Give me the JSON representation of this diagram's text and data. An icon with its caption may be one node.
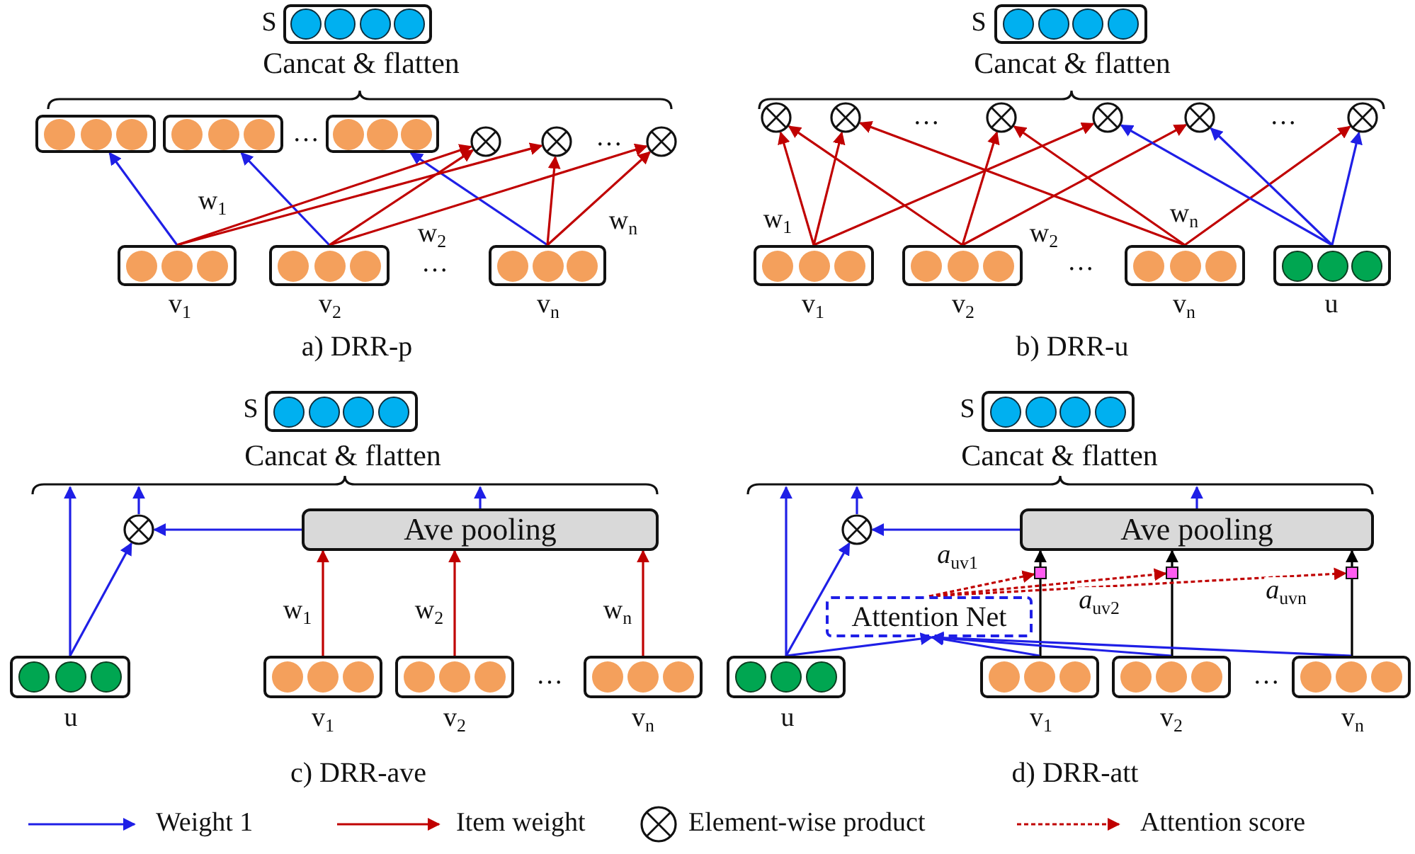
{
  "diagram": {
    "nodes": [
      {
        "text": [],
        "shape": "box",
        "beside": [
          "S"
        ]
      },
      {
        "text": [],
        "shape": "box"
      },
      {
        "text": [],
        "shape": "box"
      },
      {
        "text": [],
        "shape": "box"
      },
      {
        "text": [],
        "shape": "circle"
      },
      {
        "text": [],
        "shape": "circle"
      },
      {
        "text": [],
        "shape": "circle"
      },
      {
        "text": [],
        "shape": "box",
        "beside": [
          "v$_{1}$"
        ]
      },
      {
        "text": [],
        "shape": "box",
        "beside": [
          "v$_{2}$"
        ]
      },
      {
        "text": [],
        "shape": "box",
        "beside": [
          "v$_{n}$"
        ]
      },
      {
        "text": [],
        "shape": "box",
        "beside": [
          "S"
        ]
      },
      {
        "text": [],
        "shape": "circle"
      },
      {
        "text": [],
        "shape": "circle"
      },
      {
        "text": [],
        "shape": "circle"
      },
      {
        "text": [],
        "shape": "circle"
      },
      {
        "text": [],
        "shape": "circle"
      },
      {
        "text": [],
        "shape": "circle"
      },
      {
        "text": [],
        "shape": "box",
        "beside": [
          "v$_{1}$"
        ]
      },
      {
        "text": [],
        "shape": "box",
        "beside": [
          "v$_{2}$"
        ]
      },
      {
        "text": [],
        "shape": "box",
        "beside": [
          "v$_{n}$"
        ]
      },
      {
        "text": [],
        "shape": "box",
        "beside": [
          "u"
        ]
      },
      {
        "text": [],
        "shape": "box",
        "beside": [
          "S"
        ]
      },
      {
        "text": [],
        "shape": "circle"
      },
      {
        "text": [
          "Ave pooling"
        ]
      },
      {
        "text": [],
        "shape": "box",
        "beside": [
          "u"
        ]
      },
      {
        "text": [],
        "shape": "box",
        "beside": [
          "v$_{1}$"
        ]
      },
      {
        "text": [],
        "shape": "box",
        "beside": [
          "v$_{2}$"
        ]
      },
      {
        "text": [],
        "shape": "box",
        "beside": [
          "v$_{n}$"
        ]
      },
      {
        "text": [],
        "shape": "box",
        "beside": [
          "S"
        ]
      },
      {
        "text": [],
        "shape": "circle"
      },
      {
        "text": [
          "Ave pooling"
        ]
      },
      {
        "text": [],
        "shape": "box"
      },
      {
        "text": [],
        "shape": "box"
      },
      {
        "text": [],
        "shape": "box"
      },
      {
        "text": [
          "Attention Net"
        ]
      },
      {
        "text": [],
        "shape": "box",
        "beside": [
          "u"
        ]
      },
      {
        "text": [],
        "shape": "box",
        "beside": [
          "v$_{1}$"
        ]
      },
      {
        "text": [],
        "shape": "box",
        "beside": [
          "v$_{2}$"
        ]
      },
      {
        "text": [],
        "shape": "box",
        "beside": [
          "v$_{n}$"
        ]
      },
      {
        "text": [],
        "shape": "bracket"
      },
      {
        "text": [],
        "shape": "bracket"
      },
      {
        "text": [],
        "shape": "bracket"
      },
      {
        "text": [],
        "shape": "bracket"
      }
    ],
    "edges": [
      {
        "from": 7,
        "to": 1,
        "arrow": "to",
        "color": "#1f1fe6"
      },
      {
        "from": 8,
        "to": 2,
        "arrow": "to",
        "color": "#1f1fe6"
      },
      {
        "from": 9,
        "to": 3,
        "arrow": "to",
        "color": "#1f1fe6"
      },
      {
        "from": 7,
        "to": 4,
        "arrow": "to",
        "color": "#c00000",
        "label": "w$_{1}$"
      },
      {
        "from": 7,
        "to": 5,
        "arrow": "to",
        "color": "#c00000"
      },
      {
        "from": 8,
        "to": 4,
        "arrow": "to",
        "color": "#c00000"
      },
      {
        "from": 8,
        "to": 6,
        "arrow": "to",
        "color": "#c00000",
        "label": "w$_{2}$"
      },
      {
        "from": 9,
        "to": 5,
        "arrow": "to",
        "color": "#c00000"
      },
      {
        "from": 9,
        "to": 6,
        "arrow": "to",
        "color": "#c00000",
        "label": "w$_{n}$"
      },
      {
        "from": 17,
        "to": 11,
        "arrow": "to",
        "color": "#c00000",
        "label": "w$_{1}$"
      },
      {
        "from": 17,
        "to": 12,
        "arrow": "to",
        "color": "#c00000"
      },
      {
        "from": 17,
        "to": 14,
        "arrow": "to",
        "color": "#c00000"
      },
      {
        "from": 18,
        "to": 11,
        "arrow": "to",
        "color": "#c00000"
      },
      {
        "from": 18,
        "to": 13,
        "arrow": "to",
        "color": "#c00000"
      },
      {
        "from": 18,
        "to": 15,
        "arrow": "to",
        "color": "#c00000",
        "label": "w$_{2}$"
      },
      {
        "from": 19,
        "to": 12,
        "arrow": "to",
        "color": "#c00000"
      },
      {
        "from": 19,
        "to": 13,
        "arrow": "to",
        "color": "#c00000"
      },
      {
        "from": 19,
        "to": 16,
        "arrow": "to",
        "color": "#c00000",
        "label": "w$_{n}$"
      },
      {
        "from": 20,
        "to": 14,
        "arrow": "to",
        "color": "#1f1fe6"
      },
      {
        "from": 20,
        "to": 15,
        "arrow": "to",
        "color": "#1f1fe6"
      },
      {
        "from": 20,
        "to": 16,
        "arrow": "to",
        "color": "#1f1fe6"
      },
      {
        "from": 24,
        "to": 41,
        "arrow": "to",
        "color": "#1f1fe6"
      },
      {
        "from": 24,
        "to": 22,
        "arrow": "to",
        "color": "#1f1fe6"
      },
      {
        "from": 22,
        "to": 41,
        "arrow": "to",
        "color": "#1f1fe6"
      },
      {
        "from": 23,
        "to": 22,
        "arrow": "to",
        "color": "#1f1fe6"
      },
      {
        "from": 23,
        "to": 41,
        "arrow": "to",
        "color": "#1f1fe6"
      },
      {
        "from": 25,
        "to": 23,
        "arrow": "to",
        "color": "#c00000",
        "label": "w$_{1}$"
      },
      {
        "from": 26,
        "to": 23,
        "arrow": "to",
        "color": "#c00000",
        "label": "w$_{2}$"
      },
      {
        "from": 27,
        "to": 23,
        "arrow": "to",
        "color": "#c00000",
        "label": "w$_{n}$"
      },
      {
        "from": 35,
        "to": 42,
        "arrow": "to",
        "color": "#1f1fe6"
      },
      {
        "from": 35,
        "to": 29,
        "arrow": "to",
        "color": "#1f1fe6"
      },
      {
        "from": 29,
        "to": 42,
        "arrow": "to",
        "color": "#1f1fe6"
      },
      {
        "from": 30,
        "to": 29,
        "arrow": "to",
        "color": "#1f1fe6"
      },
      {
        "from": 30,
        "to": 42,
        "arrow": "to",
        "color": "#1f1fe6"
      },
      {
        "from": 36,
        "to": 31,
        "arrow": "none",
        "color": "#000000"
      },
      {
        "from": 31,
        "to": 30,
        "arrow": "to",
        "color": "#000000"
      },
      {
        "from": 37,
        "to": 32,
        "arrow": "none",
        "color": "#000000"
      },
      {
        "from": 32,
        "to": 30,
        "arrow": "to",
        "color": "#000000"
      },
      {
        "from": 38,
        "to": 33,
        "arrow": "none",
        "color": "#000000"
      },
      {
        "from": 33,
        "to": 30,
        "arrow": "to",
        "color": "#000000"
      },
      {
        "from": 34,
        "to": 31,
        "arrow": "to",
        "style": "dashed",
        "color": "#c00000",
        "label": "*a*$_{uv1}$"
      },
      {
        "from": 34,
        "to": 32,
        "arrow": "to",
        "style": "dashed",
        "color": "#c00000",
        "label": "*a*$_{uv2}$"
      },
      {
        "from": 34,
        "to": 33,
        "arrow": "to",
        "style": "dashed",
        "color": "#c00000",
        "label": "*a*$_{uvn}$"
      },
      {
        "from": 35,
        "to": 34,
        "arrow": "to",
        "color": "#1f1fe6"
      },
      {
        "from": 36,
        "to": 34,
        "arrow": "to",
        "color": "#1f1fe6"
      },
      {
        "from": 37,
        "to": 34,
        "arrow": "to",
        "color": "#1f1fe6"
      },
      {
        "from": 38,
        "to": 34,
        "arrow": "to",
        "color": "#1f1fe6"
      }
    ],
    "labels": [
      "Cancat & flatten",
      "…",
      "…",
      "…",
      "a) DRR-p",
      "Cancat & flatten",
      "…",
      "…",
      "…",
      "b) DRR-u",
      "Cancat & flatten",
      "…",
      "c) DRR-ave",
      "Cancat & flatten",
      "…",
      "d) DRR-att"
    ],
    "legend": [
      {
        "text": "Weight 1"
      },
      {
        "text": "Item weight"
      },
      {
        "text": "Element-wise product"
      },
      {
        "text": "Attention score"
      }
    ]
  }
}
